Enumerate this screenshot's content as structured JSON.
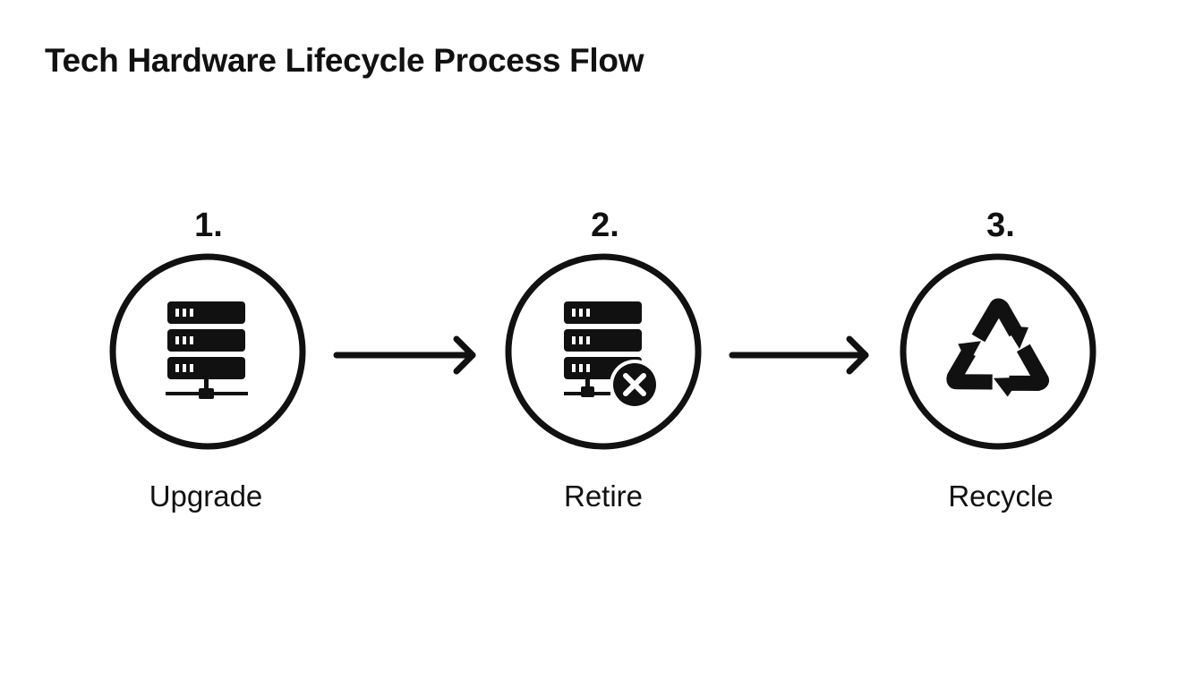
{
  "title": "Tech Hardware Lifecycle Process Flow",
  "steps": [
    {
      "number": "1.",
      "label": "Upgrade",
      "icon": "server-rack-network-icon"
    },
    {
      "number": "2.",
      "label": "Retire",
      "icon": "server-rack-remove-icon"
    },
    {
      "number": "3.",
      "label": "Recycle",
      "icon": "recycle-icon"
    }
  ],
  "colors": {
    "background": "#ffffff",
    "ink": "#111111"
  }
}
